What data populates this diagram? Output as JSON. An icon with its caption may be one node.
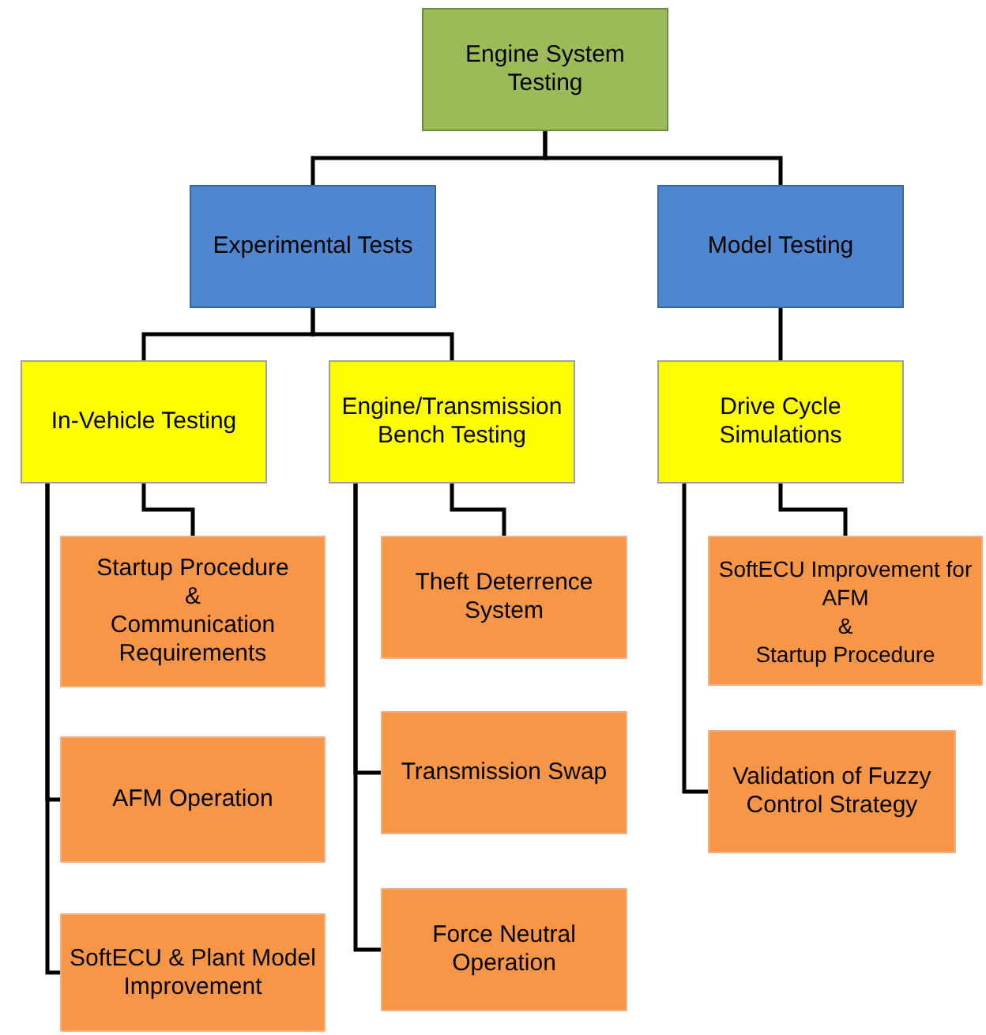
{
  "diagram": {
    "nodes": [
      {
        "text": [
          "Engine System Testing"
        ]
      },
      {
        "text": [
          "Experimental Tests"
        ]
      },
      {
        "text": [
          "Model Testing"
        ]
      },
      {
        "text": [
          "In-Vehicle Testing"
        ]
      },
      {
        "text": [
          "Engine/Transmission Bench Testing"
        ]
      },
      {
        "text": [
          "Drive Cycle Simulations"
        ]
      },
      {
        "text": [
          "Startup Procedure",
          "&",
          "Communication Requirements"
        ]
      },
      {
        "text": [
          "AFM Operation"
        ]
      },
      {
        "text": [
          "SoftECU & Plant Model Improvement"
        ]
      },
      {
        "text": [
          "Theft Deterrence System"
        ]
      },
      {
        "text": [
          "Transmission Swap"
        ]
      },
      {
        "text": [
          "Force Neutral Operation"
        ]
      },
      {
        "text": [
          "SoftECU Improvement for AFM",
          "&",
          "Startup Procedure"
        ]
      },
      {
        "text": [
          "Validation of Fuzzy Control Strategy"
        ]
      }
    ],
    "edges": [
      {
        "from": 0,
        "to": 1,
        "arrow": "none"
      },
      {
        "from": 0,
        "to": 2,
        "arrow": "none"
      },
      {
        "from": 1,
        "to": 3,
        "arrow": "none"
      },
      {
        "from": 1,
        "to": 4,
        "arrow": "none"
      },
      {
        "from": 2,
        "to": 5,
        "arrow": "none"
      },
      {
        "from": 3,
        "to": 6,
        "arrow": "none"
      },
      {
        "from": 3,
        "to": 7,
        "arrow": "none"
      },
      {
        "from": 3,
        "to": 8,
        "arrow": "none"
      },
      {
        "from": 4,
        "to": 9,
        "arrow": "none"
      },
      {
        "from": 4,
        "to": 10,
        "arrow": "none"
      },
      {
        "from": 4,
        "to": 11,
        "arrow": "none"
      },
      {
        "from": 5,
        "to": 12,
        "arrow": "none"
      },
      {
        "from": 5,
        "to": 13,
        "arrow": "none"
      }
    ]
  }
}
